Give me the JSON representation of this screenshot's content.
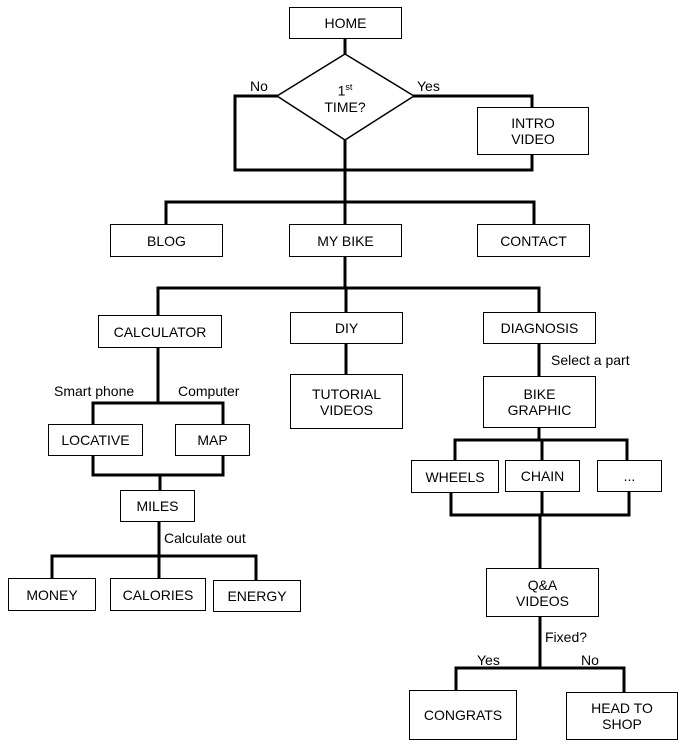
{
  "nodes": {
    "home": "HOME",
    "first_time_pre": "1",
    "first_time_sup": "st",
    "first_time_post": "TIME?",
    "intro_video_1": "INTRO",
    "intro_video_2": "VIDEO",
    "blog": "BLOG",
    "my_bike": "MY BIKE",
    "contact": "CONTACT",
    "calculator": "CALCULATOR",
    "diy": "DIY",
    "diagnosis": "DIAGNOSIS",
    "locative": "LOCATIVE",
    "map": "MAP",
    "tutorial_videos_1": "TUTORIAL",
    "tutorial_videos_2": "VIDEOS",
    "bike_graphic_1": "BIKE",
    "bike_graphic_2": "GRAPHIC",
    "miles": "MILES",
    "wheels": "WHEELS",
    "chain": "CHAIN",
    "more": "...",
    "money": "MONEY",
    "calories": "CALORIES",
    "energy": "ENERGY",
    "qa_videos_1": "Q&A",
    "qa_videos_2": "VIDEOS",
    "congrats": "CONGRATS",
    "head_to_shop_1": "HEAD TO",
    "head_to_shop_2": "SHOP"
  },
  "labels": {
    "no_left": "No",
    "yes_right": "Yes",
    "smart_phone": "Smart phone",
    "computer": "Computer",
    "select_a_part": "Select a part",
    "calculate_out": "Calculate out",
    "fixed": "Fixed?",
    "yes_bottom": "Yes",
    "no_bottom": "No"
  }
}
